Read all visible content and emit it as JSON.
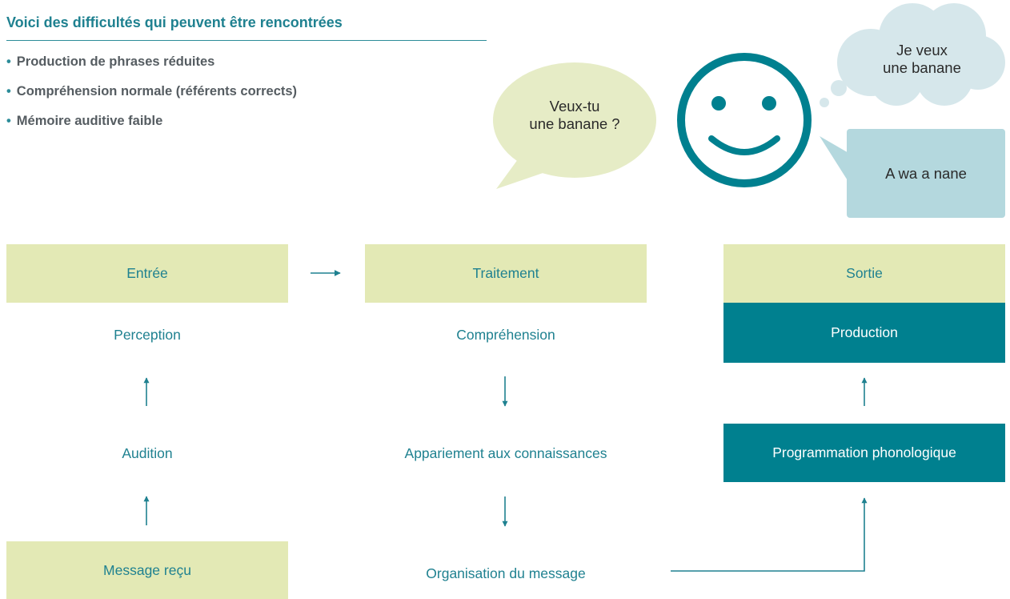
{
  "heading": "Voici des difficultés qui peuvent être rencontrées",
  "difficulties": [
    "Production de phrases réduites",
    "Compréhension normale (référents corrects)",
    "Mémoire auditive faible"
  ],
  "bubbles": {
    "question_line1": "Veux-tu",
    "question_line2": "une banane ?",
    "thought_line1": "Je veux",
    "thought_line2": "une banane",
    "speech": "A wa a nane"
  },
  "columns": {
    "input": {
      "header": "Entrée",
      "step1": "Perception",
      "step2": "Audition",
      "step3": "Message reçu"
    },
    "processing": {
      "header": "Traitement",
      "step1": "Compréhension",
      "step2": "Appariement aux connaissances",
      "step3": "Organisation du message"
    },
    "output": {
      "header": "Sortie",
      "step1": "Production",
      "step2": "Programmation phonologique"
    }
  },
  "colors": {
    "teal": "#00808f",
    "light_green": "#e3e9b5",
    "bubble_green": "#e6ecc6",
    "light_blue": "#b4d8de",
    "text_gray": "#555c61"
  }
}
